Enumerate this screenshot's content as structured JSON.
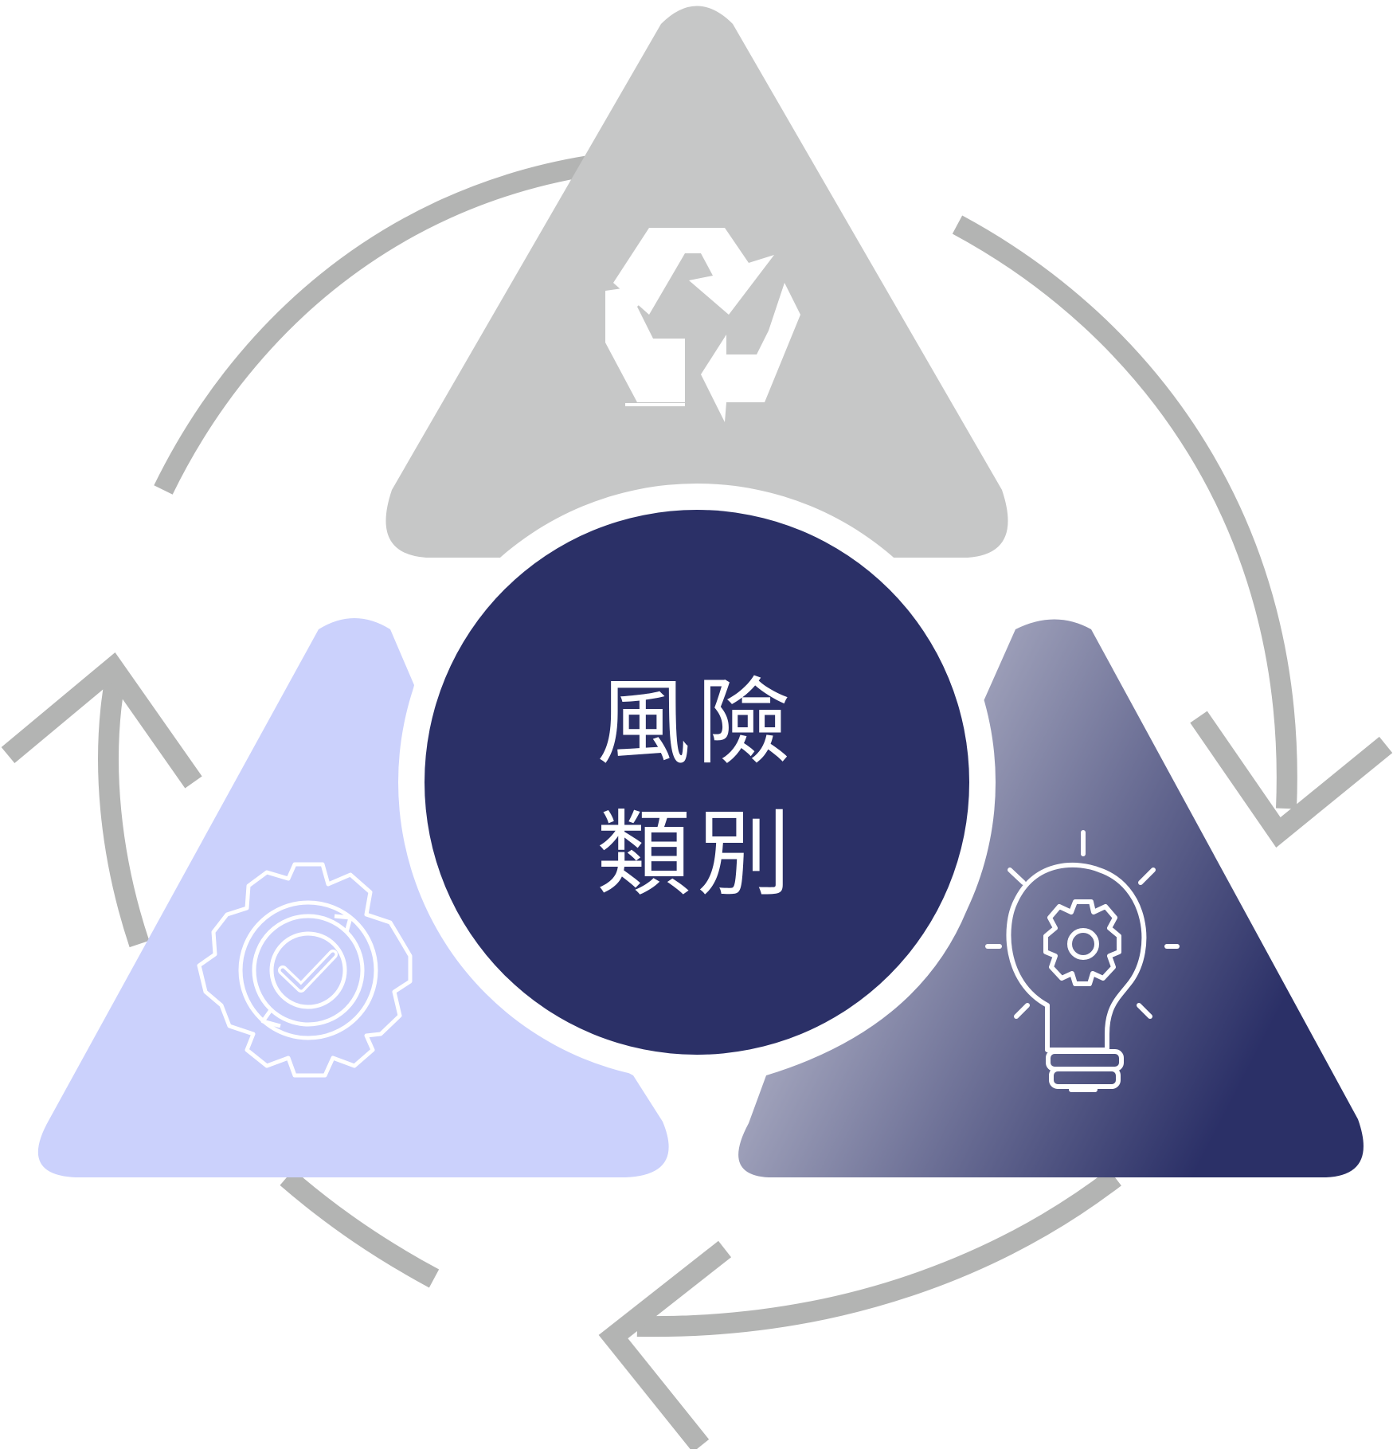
{
  "center": {
    "line1": "風險",
    "line2": "類別"
  },
  "segments": [
    {
      "name": "top",
      "icon": "recycle-icon",
      "color": "#c6c7c7"
    },
    {
      "name": "left",
      "icon": "gear-check-icon",
      "color": "#cbd1fc"
    },
    {
      "name": "right",
      "icon": "lightbulb-gear-icon",
      "color_from": "#a3a5bd",
      "color_to": "#2b3067"
    }
  ],
  "colors": {
    "arrow": "#b3b4b3",
    "center_fill": "#2b3067",
    "background": "#ffffff"
  }
}
